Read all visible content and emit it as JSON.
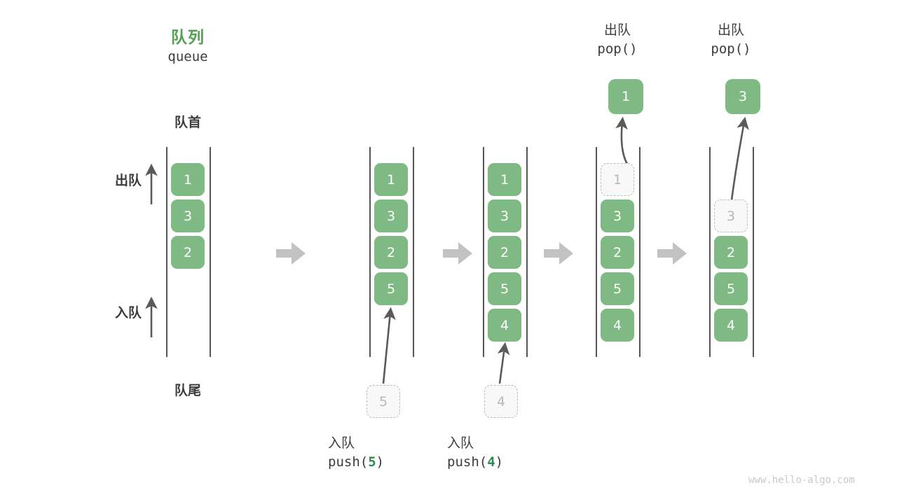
{
  "diagram": {
    "title_cn": "队列",
    "title_code": "queue",
    "front_label": "队首",
    "back_label": "队尾",
    "dequeue_label": "出队",
    "enqueue_label": "入队",
    "watermark": "www.hello-algo.com",
    "colors": {
      "element_green": "#7fba84",
      "title_green": "#53a053",
      "accent_green": "#2e8b4f",
      "ghost_fill": "#f8f8f8",
      "ghost_border": "#bdbdbd",
      "rail": "#555555",
      "arrow_gray": "#5a5a5a",
      "step_arrow_gray": "#c2c2c2",
      "text_dark": "#3c3c3c",
      "watermark_gray": "#c9c9c9"
    },
    "columns": [
      {
        "name": "initial-queue",
        "cells": [
          "1",
          "3",
          "2"
        ],
        "ghost": null,
        "popped": null,
        "caption_cn": null,
        "caption_code": null,
        "caption_arg": null,
        "incoming": null
      },
      {
        "name": "after-push-5",
        "cells": [
          "1",
          "3",
          "2",
          "5"
        ],
        "ghost": null,
        "popped": null,
        "caption_cn": "入队",
        "caption_code_pre": "push(",
        "caption_arg": "5",
        "caption_code_post": ")",
        "incoming": "5"
      },
      {
        "name": "after-push-4",
        "cells": [
          "1",
          "3",
          "2",
          "5",
          "4"
        ],
        "ghost": null,
        "popped": null,
        "caption_cn": "入队",
        "caption_code_pre": "push(",
        "caption_arg": "4",
        "caption_code_post": ")",
        "incoming": "4"
      },
      {
        "name": "pop-1",
        "cells": [
          "3",
          "2",
          "5",
          "4"
        ],
        "ghost": "1",
        "popped": "1",
        "caption_cn": "出队",
        "caption_code_pre": "pop(",
        "caption_arg": "",
        "caption_code_post": ")",
        "incoming": null
      },
      {
        "name": "pop-3",
        "cells": [
          "2",
          "5",
          "4"
        ],
        "ghost": "3",
        "popped": "3",
        "caption_cn": "出队",
        "caption_code_pre": "pop(",
        "caption_arg": "",
        "caption_code_post": ")",
        "incoming": null
      }
    ],
    "step_arrows": 4
  }
}
